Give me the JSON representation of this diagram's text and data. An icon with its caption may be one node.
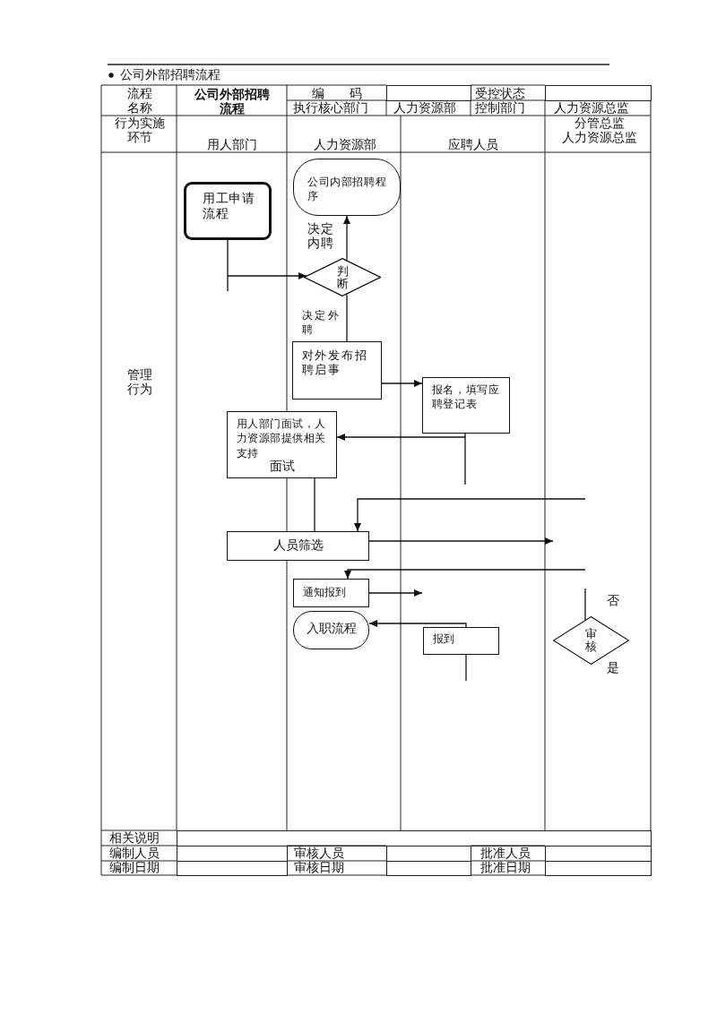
{
  "diagram": {
    "title": "公司外部招聘流程",
    "nodes": [
      {
        "text": [
          "用工申请流程"
        ]
      },
      {
        "text": [
          "公司内部招聘程序"
        ]
      },
      {
        "text": [
          "判断"
        ]
      },
      {
        "text": [
          "对外发布招聘启事"
        ]
      },
      {
        "text": [
          "报名，填写应聘登记表"
        ]
      },
      {
        "text": [
          "用人部门面试，人力资源部提供相关支持",
          "面试"
        ]
      },
      {
        "text": [
          "人员筛选"
        ]
      },
      {
        "text": [
          "通知报到"
        ]
      },
      {
        "text": [
          "入职流程"
        ]
      },
      {
        "text": [
          "报到"
        ]
      },
      {
        "text": [
          "审核"
        ],
        "beside": [
          "否",
          "是"
        ]
      }
    ],
    "edges": [
      {
        "from": 0,
        "to": 2,
        "arrow": "to"
      },
      {
        "from": 2,
        "to": 1,
        "arrow": "to",
        "label": "决定内聘"
      },
      {
        "from": 2,
        "to": 3,
        "arrow": "none",
        "label": "决定外聘"
      },
      {
        "from": 3,
        "to": 4,
        "arrow": "to"
      },
      {
        "from": 4,
        "to": 5,
        "arrow": "to"
      },
      {
        "from": 5,
        "to": 6,
        "arrow": "none"
      },
      {
        "from": null,
        "to": 6,
        "arrow": "to"
      },
      {
        "from": 6,
        "to": null,
        "arrow": "to"
      },
      {
        "from": null,
        "to": 7,
        "arrow": "to"
      },
      {
        "from": 7,
        "to": null,
        "arrow": "to"
      },
      {
        "from": 9,
        "to": 8,
        "arrow": "to"
      },
      {
        "from": null,
        "to": 10,
        "arrow": "none"
      },
      {
        "from": 9,
        "to": null,
        "arrow": "none"
      }
    ],
    "labels": [
      "流程名称",
      "公司外部招聘流程",
      "编码",
      "受控状态",
      "执行核心部门",
      "人力资源部",
      "控制部门",
      "人力资源总监",
      "行为实施环节",
      "分管总监",
      "人力资源总监",
      "用人部门",
      "人力资源部",
      "应聘人员",
      "管理行为",
      "相关说明",
      "编制人员",
      "审核人员",
      "批准人员",
      "编制日期",
      "审核日期",
      "批准日期"
    ]
  }
}
